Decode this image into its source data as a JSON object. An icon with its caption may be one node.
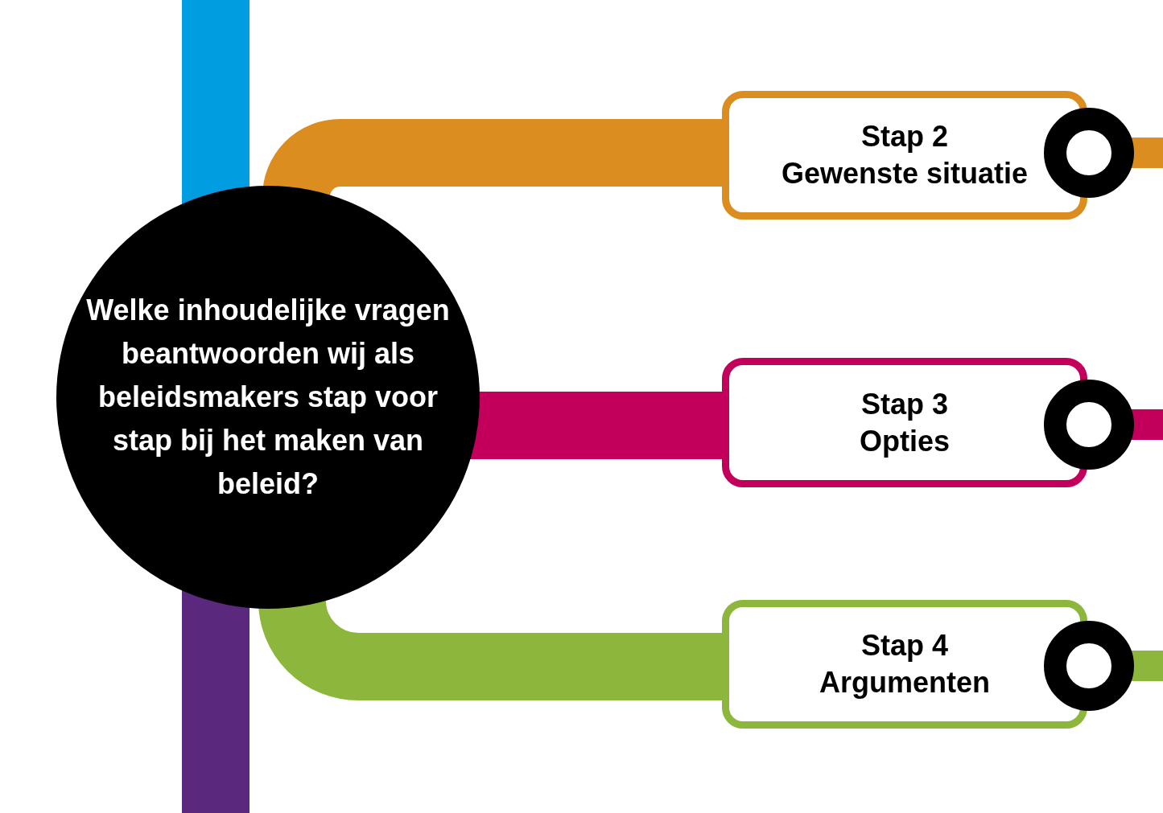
{
  "diagram": {
    "nodes": [
      {
        "text": [
          "Welke inhoudelijke vragen beantwoorden wij als beleidsmakers stap voor stap bij het maken van beleid?"
        ]
      },
      {
        "text": [
          "Stap 2",
          "Gewenste situatie"
        ]
      },
      {
        "text": [
          "Stap 3",
          "Opties"
        ]
      },
      {
        "text": [
          "Stap 4",
          "Argumenten"
        ]
      },
      {
        "text": [],
        "shape": "circle"
      },
      {
        "text": [],
        "shape": "circle"
      },
      {
        "text": [],
        "shape": "circle"
      }
    ],
    "edges": [
      {
        "from": null,
        "to": 0,
        "arrow": "none",
        "color": "#009ee0"
      },
      {
        "from": 0,
        "to": null,
        "arrow": "none",
        "color": "#5a287d"
      },
      {
        "from": 0,
        "to": 1,
        "arrow": "none",
        "color": "#db8e1f"
      },
      {
        "from": 0,
        "to": 2,
        "arrow": "none",
        "color": "#c2005c"
      },
      {
        "from": 0,
        "to": 3,
        "arrow": "none",
        "color": "#8db63c"
      },
      {
        "from": 4,
        "to": null,
        "arrow": "none",
        "color": "#db8e1f"
      },
      {
        "from": 5,
        "to": null,
        "arrow": "none",
        "color": "#c2005c"
      },
      {
        "from": 6,
        "to": null,
        "arrow": "none",
        "color": "#8db63c"
      }
    ]
  }
}
